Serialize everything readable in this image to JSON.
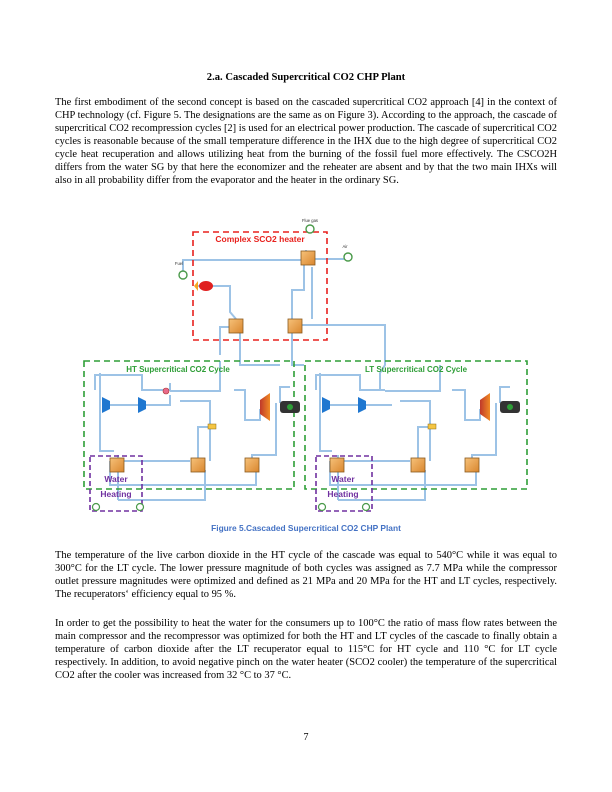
{
  "section": {
    "heading": "2.a. Cascaded Supercritical CO2 CHP Plant"
  },
  "paragraphs": [
    "The first embodiment of the second concept is based on the cascaded supercritical CO2 approach [4] in the context of CHP technology (cf. Figure 5. The designations are the same as on Figure 3). According to the approach, the cascade of supercritical CO2 recompression cycles [2] is used for an electrical power production. The cascade of supercritical CO2 cycles is reasonable because of the small temperature difference in the IHX due to the high degree of supercritical CO2 cycle heat recuperation and allows utilizing heat from the burning of the fossil fuel more effectively. The CSCO2H differs from the water SG by that here the economizer and the reheater are absent and by that the two main IHXs will also in all probability differ from the evaporator and the heater in the ordinary SG.",
    "The temperature of the live carbon dioxide in the HT cycle of the cascade was equal to 540°C while it was equal to 300°C for the LT cycle. The lower pressure magnitude of both cycles was assigned as 7.7 MPa while the compressor outlet pressure magnitudes were optimized and defined as 21 MPa and 20 MPa for the HT and LT cycles, respectively. The recuperators‘ efficiency equal to 95 %.",
    "In order to get the possibility to heat the water for the consumers up to 100°C the ratio of mass flow rates between the main compressor and the recompressor was optimized for both the HT and LT cycles of the cascade to finally obtain a temperature of carbon dioxide after the LT recuperator equal to 115°C for HT cycle and 110 °C for LT cycle respectively. In addition, to avoid negative pinch on the water heater (SCO2 cooler) the temperature of the supercritical CO2 after the cooler was increased from 32 °C to 37 °C."
  ],
  "figure": {
    "caption": "Figure 5.Cascaded Supercritical CO2 CHP Plant",
    "labels": {
      "heater": "Complex SCO2 heater",
      "ht_cycle": "HT Supercritical CO2 Cycle",
      "lt_cycle": "LT Supercritical CO2 Cycle",
      "water_heating_ht_1": "Water",
      "water_heating_ht_2": "Heating",
      "water_heating_lt_1": "Water",
      "water_heating_lt_2": "Heating",
      "flue_gas": "Flue gas",
      "fuel": "Fuel",
      "air": "Air"
    },
    "colors": {
      "heater_box": "#e8211d",
      "cycle_box": "#2e9e37",
      "water_box": "#7030a0",
      "pipe": "#9dc3e6",
      "caption": "#4472c4"
    }
  },
  "page_number": "7"
}
